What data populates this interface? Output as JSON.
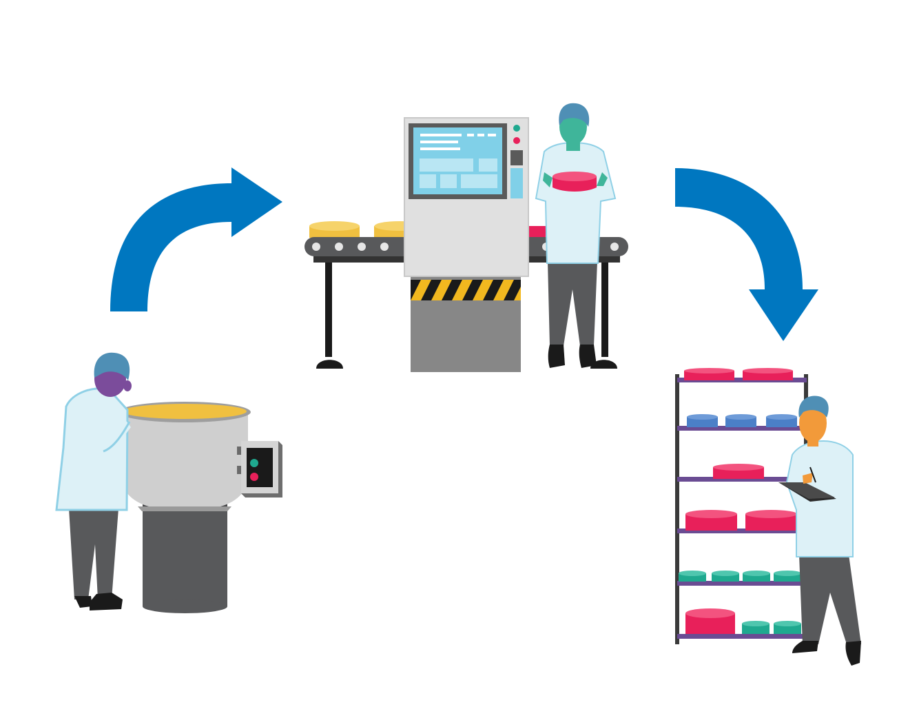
{
  "diagram": {
    "type": "process-flow",
    "steps": [
      {
        "id": "mixing-vat",
        "icon": "cheese-vat-icon"
      },
      {
        "id": "pressing-machine",
        "icon": "conveyor-press-icon"
      },
      {
        "id": "aging-shelves",
        "icon": "aging-rack-icon"
      }
    ],
    "edges": [
      {
        "from": "mixing-vat",
        "to": "pressing-machine",
        "icon": "curved-arrow-right-icon"
      },
      {
        "from": "pressing-machine",
        "to": "aging-shelves",
        "icon": "curved-arrow-down-icon"
      }
    ]
  },
  "colors": {
    "arrow": "#0077C0",
    "coat": "#DDF1F7",
    "coat_outline": "#8FD0E6",
    "hairnet": "#4F8FB5",
    "trousers": "#58595B",
    "shoes": "#1A1A1A",
    "machine_body": "#E0E0E0",
    "machine_base": "#878787",
    "screen": "#80D0E8",
    "screen_frame": "#5A5A5A",
    "hazard_yellow": "#F2B81F",
    "conveyor": "#58595B",
    "cheese_yellow": "#F0C040",
    "cheese_red": "#E8205A",
    "cheese_blue": "#4B80C8",
    "cheese_teal": "#1FA98F",
    "shelf": "#6A4C93",
    "vat_body": "#CFCFCF",
    "vat_base": "#58595B",
    "panel_green": "#1FA98F",
    "panel_red": "#E8205A",
    "skin_violet": "#7B4C9B",
    "skin_green": "#3FB59A",
    "skin_orange": "#F29A3A"
  }
}
